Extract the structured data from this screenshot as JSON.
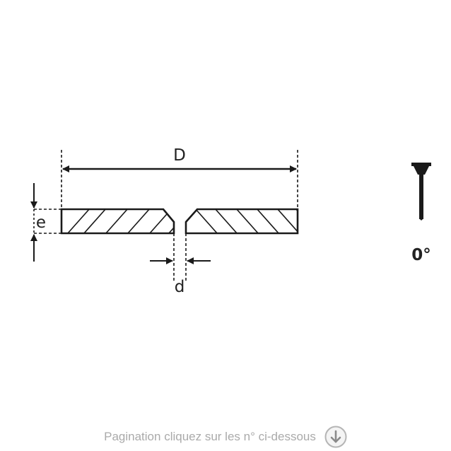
{
  "diagram": {
    "outer_diameter_label": "D",
    "thickness_label": "e",
    "bore_label": "d"
  },
  "tool_angle": {
    "label": "0°",
    "icon": "nail-icon"
  },
  "pagination": {
    "text": "Pagination cliquez sur les n° ci-dessous",
    "button_icon": "arrow-down-circle-icon"
  }
}
